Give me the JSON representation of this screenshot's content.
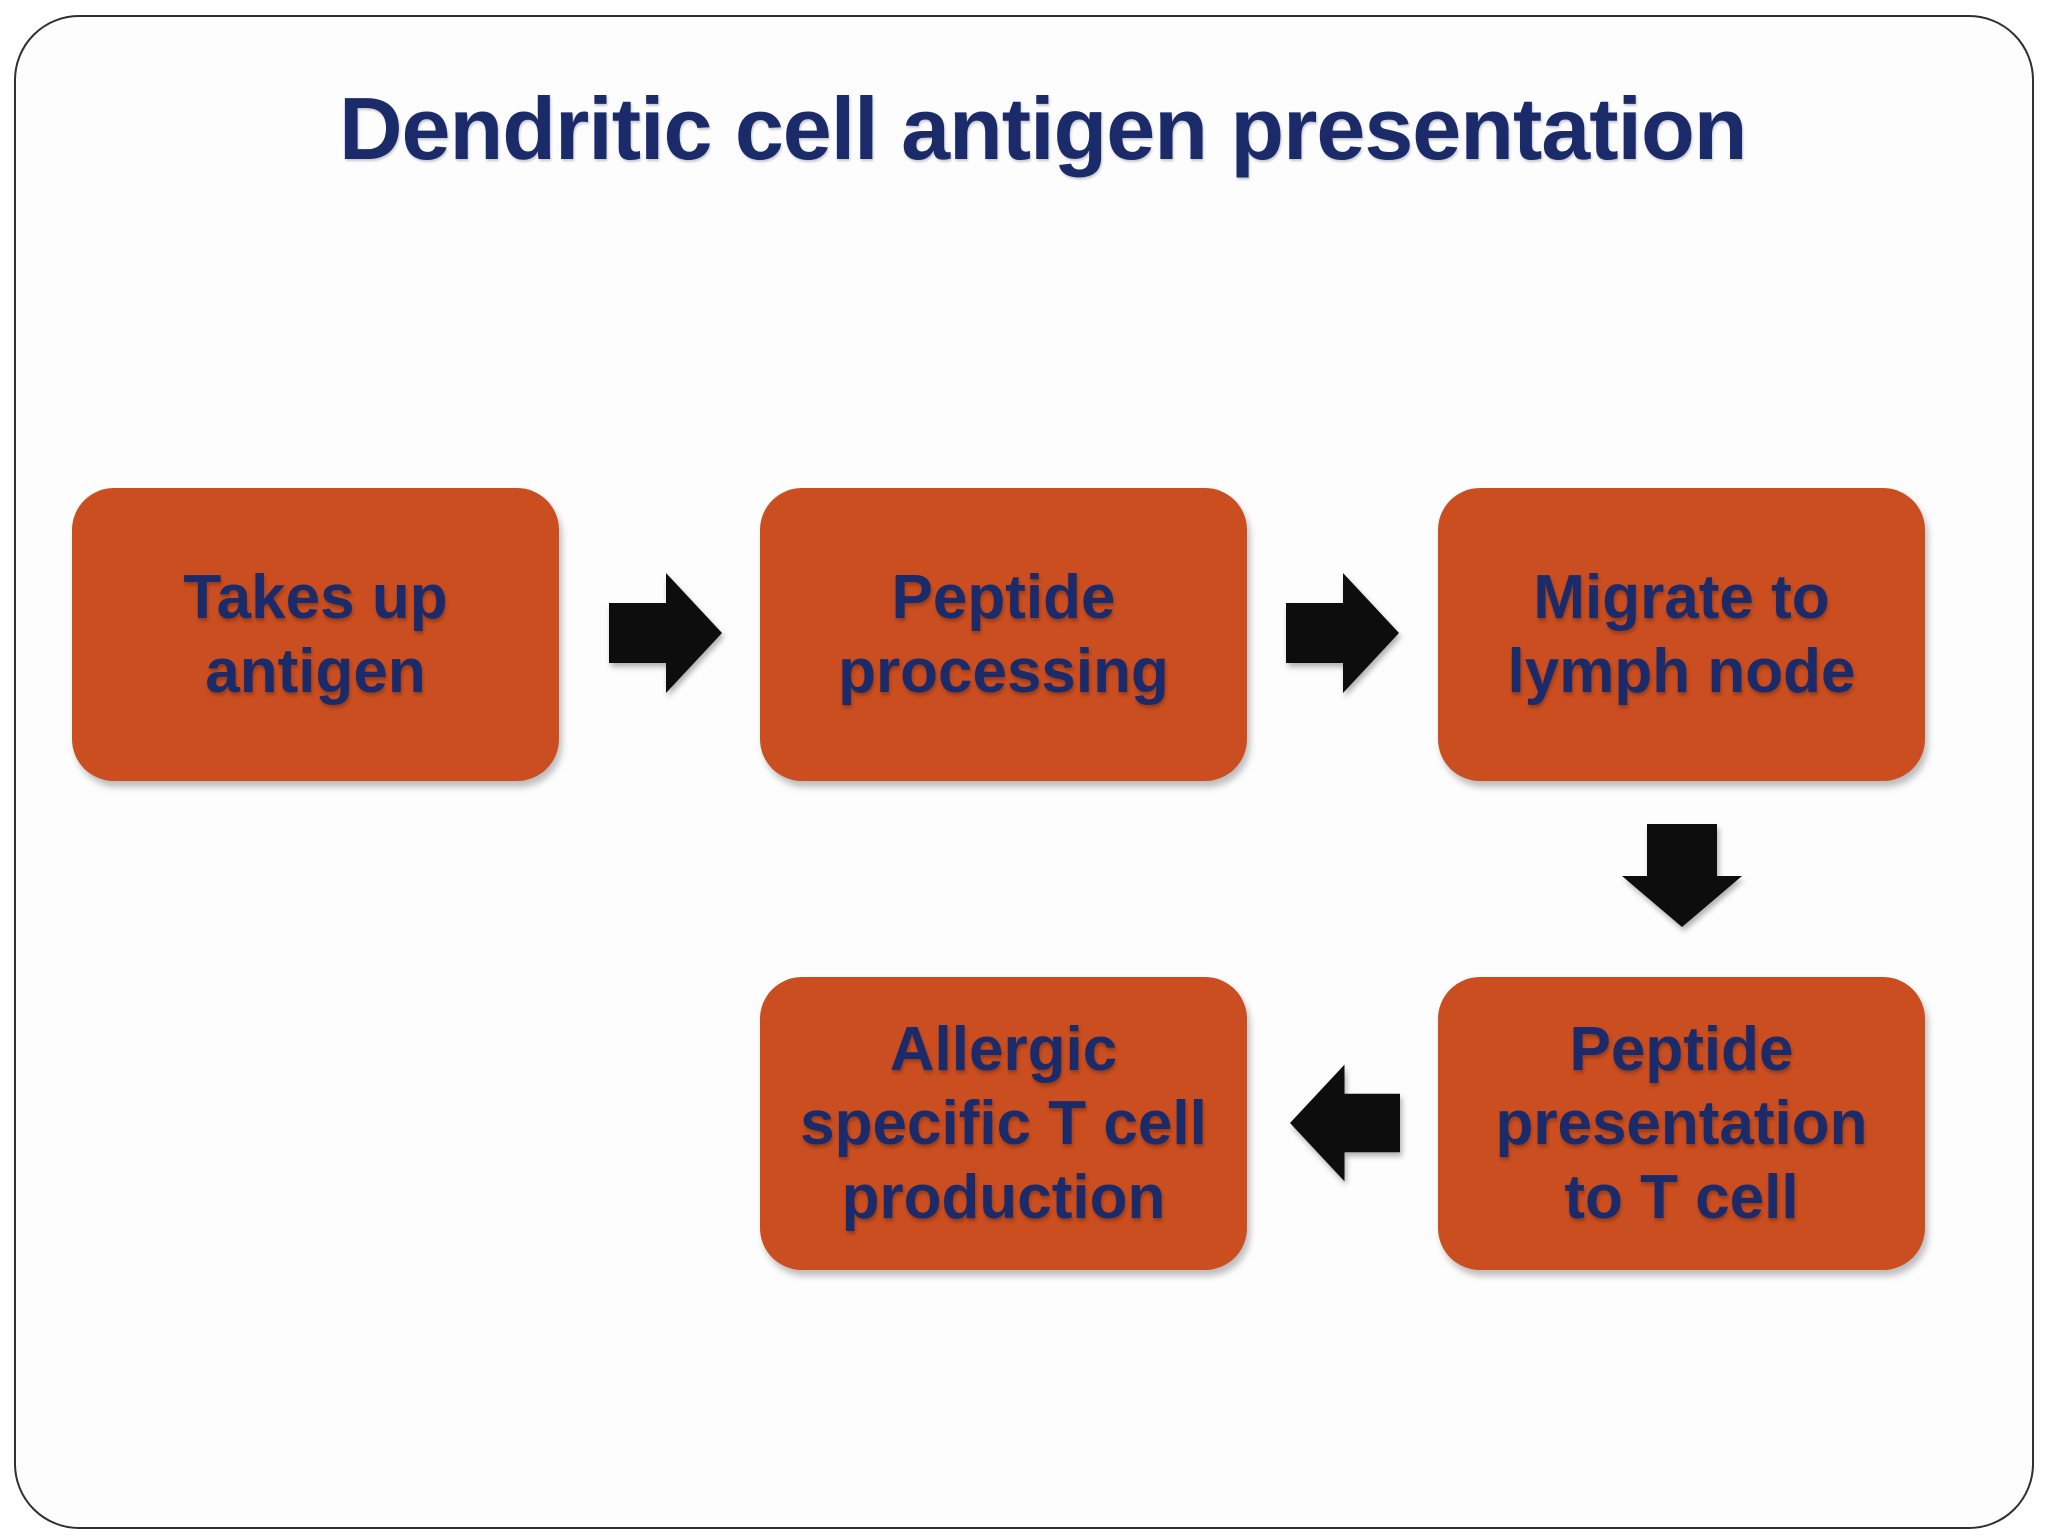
{
  "title": "Dendritic cell antigen presentation",
  "colors": {
    "page_bg": "#ffffff",
    "card_bg": "#fdfdfd",
    "card_border": "#2f2f2f",
    "box_fill": "#ca4e20",
    "text_navy": "#1b2b6a",
    "arrow_color": "#0e0d0d"
  },
  "flow": {
    "steps": [
      {
        "id": "takes-up-antigen",
        "lines": [
          "Takes up",
          "antigen"
        ]
      },
      {
        "id": "peptide-processing",
        "lines": [
          "Peptide",
          "processing"
        ]
      },
      {
        "id": "migrate-to-lymph-node",
        "lines": [
          "Migrate to",
          "lymph node"
        ]
      },
      {
        "id": "peptide-presentation-to-t-cell",
        "lines": [
          "Peptide",
          "presentation",
          "to T cell"
        ]
      },
      {
        "id": "allergic-specific-t-cell-production",
        "lines": [
          "Allergic",
          "specific T cell",
          "production"
        ]
      }
    ],
    "connections": [
      {
        "from": "takes-up-antigen",
        "to": "peptide-processing",
        "direction": "right"
      },
      {
        "from": "peptide-processing",
        "to": "migrate-to-lymph-node",
        "direction": "right"
      },
      {
        "from": "migrate-to-lymph-node",
        "to": "peptide-presentation-to-t-cell",
        "direction": "down"
      },
      {
        "from": "peptide-presentation-to-t-cell",
        "to": "allergic-specific-t-cell-production",
        "direction": "left"
      }
    ]
  }
}
